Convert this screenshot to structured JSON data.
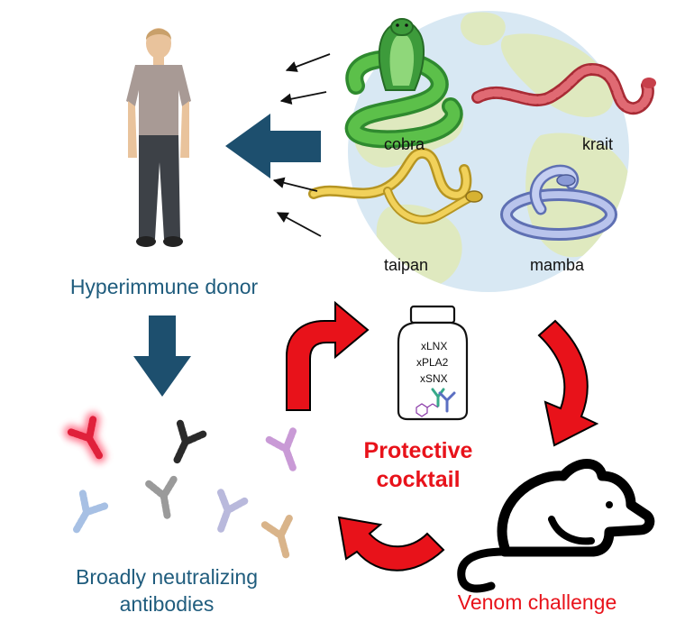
{
  "snakes": {
    "cobra": "cobra",
    "krait": "krait",
    "taipan": "taipan",
    "mamba": "mamba"
  },
  "donor_label": "Hyperimmune donor",
  "antibodies_label": {
    "line1": "Broadly neutralizing",
    "line2": "antibodies"
  },
  "cocktail": {
    "vial_lines": [
      "xLNX",
      "xPLA2",
      "xSNX"
    ],
    "label_line1": "Protective",
    "label_line2": "cocktail"
  },
  "challenge_label": "Venom challenge",
  "colors": {
    "donor_text": "#1f5c7d",
    "dark_arrow": "#1d4f6e",
    "red_arrow": "#e8121a",
    "cocktail_text": "#e8121a",
    "challenge_text": "#e8121a",
    "globe_ocean": "#d8e8f3",
    "globe_land": "#dfe9bf"
  },
  "icons": [
    "person-icon",
    "globe-icon",
    "cobra-icon",
    "krait-icon",
    "taipan-icon",
    "mamba-icon",
    "vial-icon",
    "mouse-icon",
    "antibody-icon"
  ]
}
